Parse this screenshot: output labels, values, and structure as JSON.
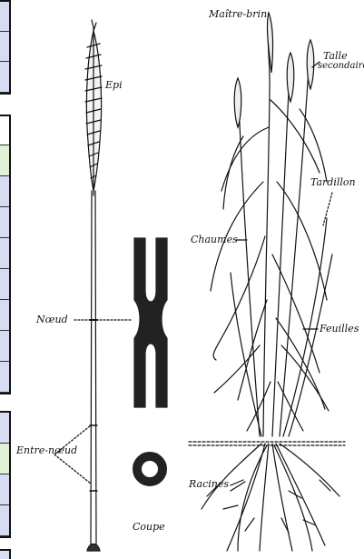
{
  "labels": {
    "epi": "Epi",
    "noeud": "Nœud",
    "entre_noeud": "Entre-nœud",
    "coupe": "Coupe",
    "maitre_brin": "Maître-brin",
    "talle_secondaire_line1": "Talle",
    "talle_secondaire_line2": "secondaire",
    "tardillon": "Tardillon",
    "chaumes": "Chaumes",
    "feuilles": "Feuilles",
    "racines": "Racines"
  },
  "colors": {
    "ink": "#111111",
    "edge_fill": "#d8dcf2",
    "edge_highlight": "#dff2d8"
  }
}
